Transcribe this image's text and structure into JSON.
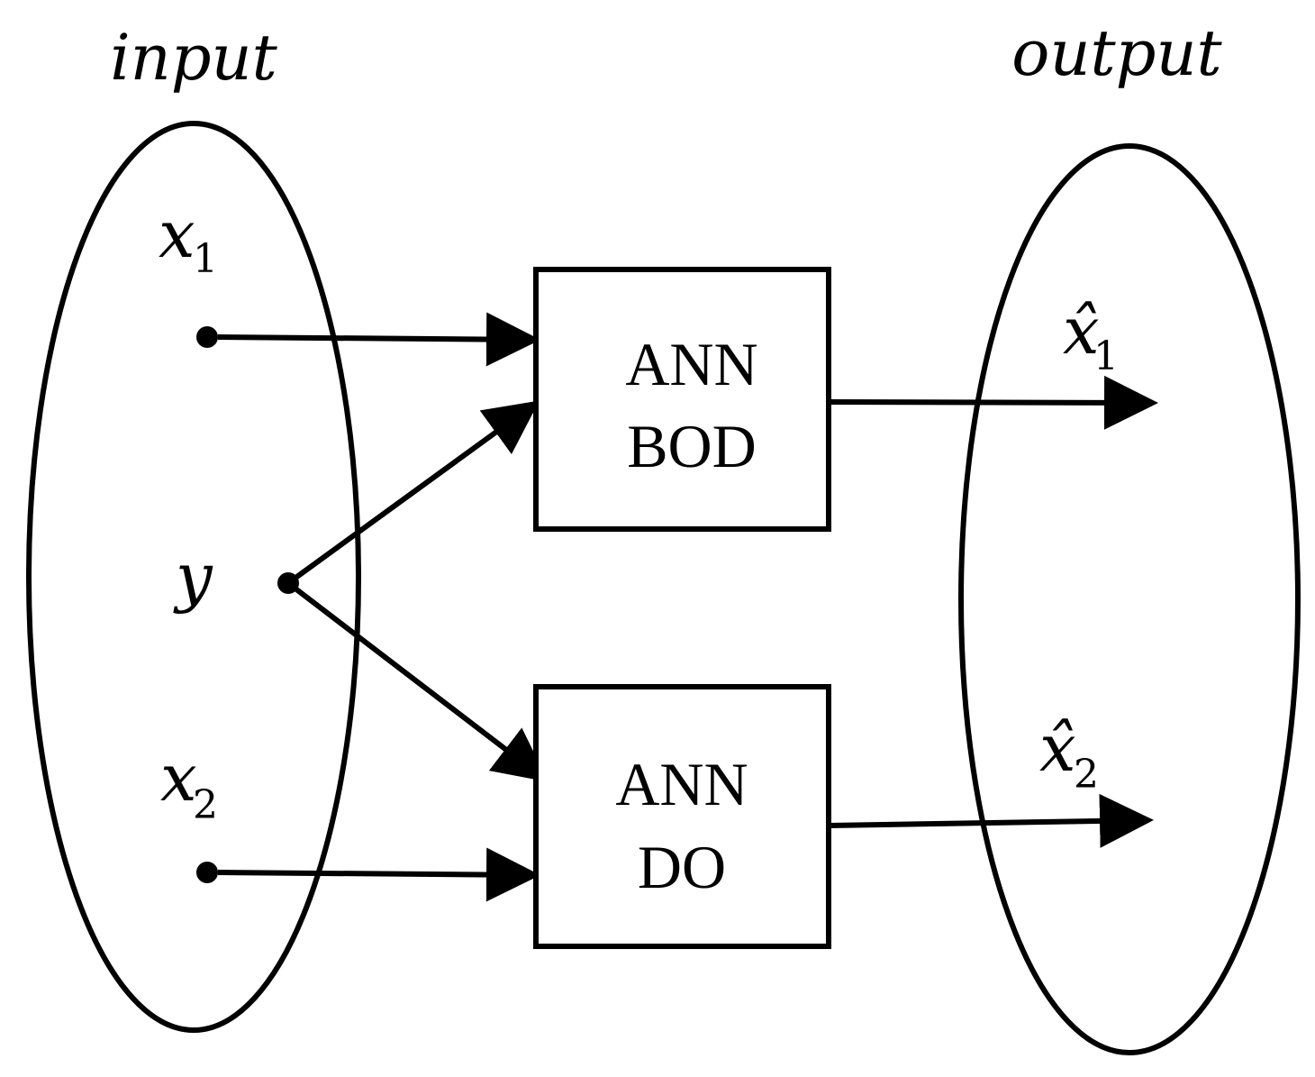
{
  "labels": {
    "input": "input",
    "output": "output",
    "x1": "x",
    "x1_sub": "1",
    "y": "y",
    "x2": "x",
    "x2_sub": "2",
    "xhat1": "x̂",
    "xhat1_sub": "1",
    "xhat2": "x̂",
    "xhat2_sub": "2"
  },
  "boxes": {
    "ann_bod": {
      "line1": "ANN",
      "line2": "BOD"
    },
    "ann_do": {
      "line1": "ANN",
      "line2": "DO"
    }
  }
}
